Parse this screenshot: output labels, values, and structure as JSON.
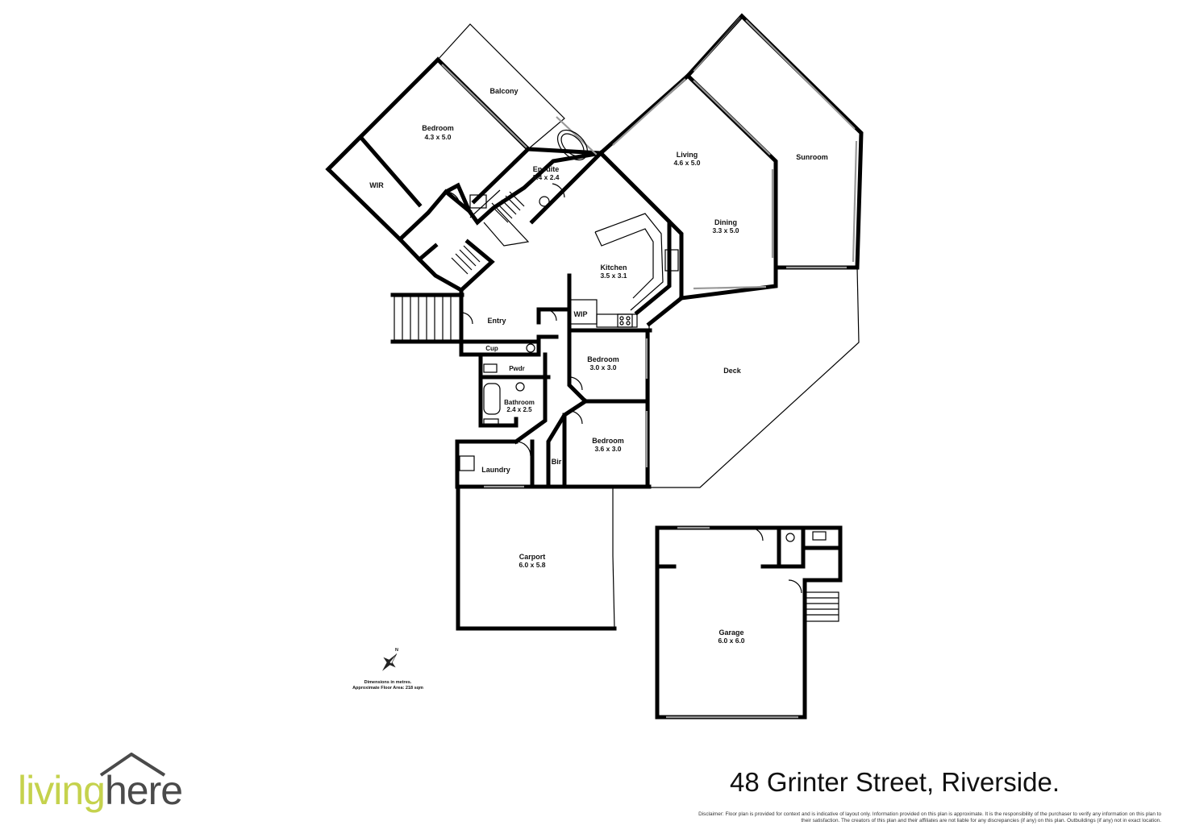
{
  "rooms": {
    "balcony": {
      "name": "Balcony"
    },
    "bedroom_main": {
      "name": "Bedroom",
      "dims": "4.3 x 5.0"
    },
    "wir": {
      "name": "WIR"
    },
    "ensuite": {
      "name": "Ensuite",
      "dims": "3.4 x 2.4"
    },
    "living": {
      "name": "Living",
      "dims": "4.6 x 5.0"
    },
    "sunroom": {
      "name": "Sunroom"
    },
    "dining": {
      "name": "Dining",
      "dims": "3.3 x 5.0"
    },
    "kitchen": {
      "name": "Kitchen",
      "dims": "3.5 x 3.1"
    },
    "wip": {
      "name": "WIP"
    },
    "entry": {
      "name": "Entry"
    },
    "cup": {
      "name": "Cup"
    },
    "pwdr": {
      "name": "Pwdr"
    },
    "bathroom": {
      "name": "Bathroom",
      "dims": "2.4 x 2.5"
    },
    "bedroom2": {
      "name": "Bedroom",
      "dims": "3.0 x 3.0"
    },
    "bedroom3": {
      "name": "Bedroom",
      "dims": "3.6 x 3.0"
    },
    "deck": {
      "name": "Deck"
    },
    "bir": {
      "name": "Bir"
    },
    "laundry": {
      "name": "Laundry"
    },
    "carport": {
      "name": "Carport",
      "dims": "6.0 x 5.8"
    },
    "garage": {
      "name": "Garage",
      "dims": "6.0 x 6.0"
    }
  },
  "compass": {
    "north": "N"
  },
  "notes": {
    "line1": "Dimensions in metres.",
    "line2": "Approximate Floor Area: 218 sqm"
  },
  "brand": {
    "name_part1": "living",
    "name_part2": "here",
    "color_primary": "#c5d24d",
    "color_secondary": "#4a4a4a"
  },
  "address": "48 Grinter Street, Riverside.",
  "disclaimer": "Disclaimer: Floor plan is provided for context and is indicative of layout only. Information provided on this plan is approximate. It is the responsibility of the purchaser to verify any information on this plan to their satisfaction. The creators of this plan and their affiliates are not liable for any discrepancies (if any) on this plan. Outbuildings (if any) not in exact location."
}
